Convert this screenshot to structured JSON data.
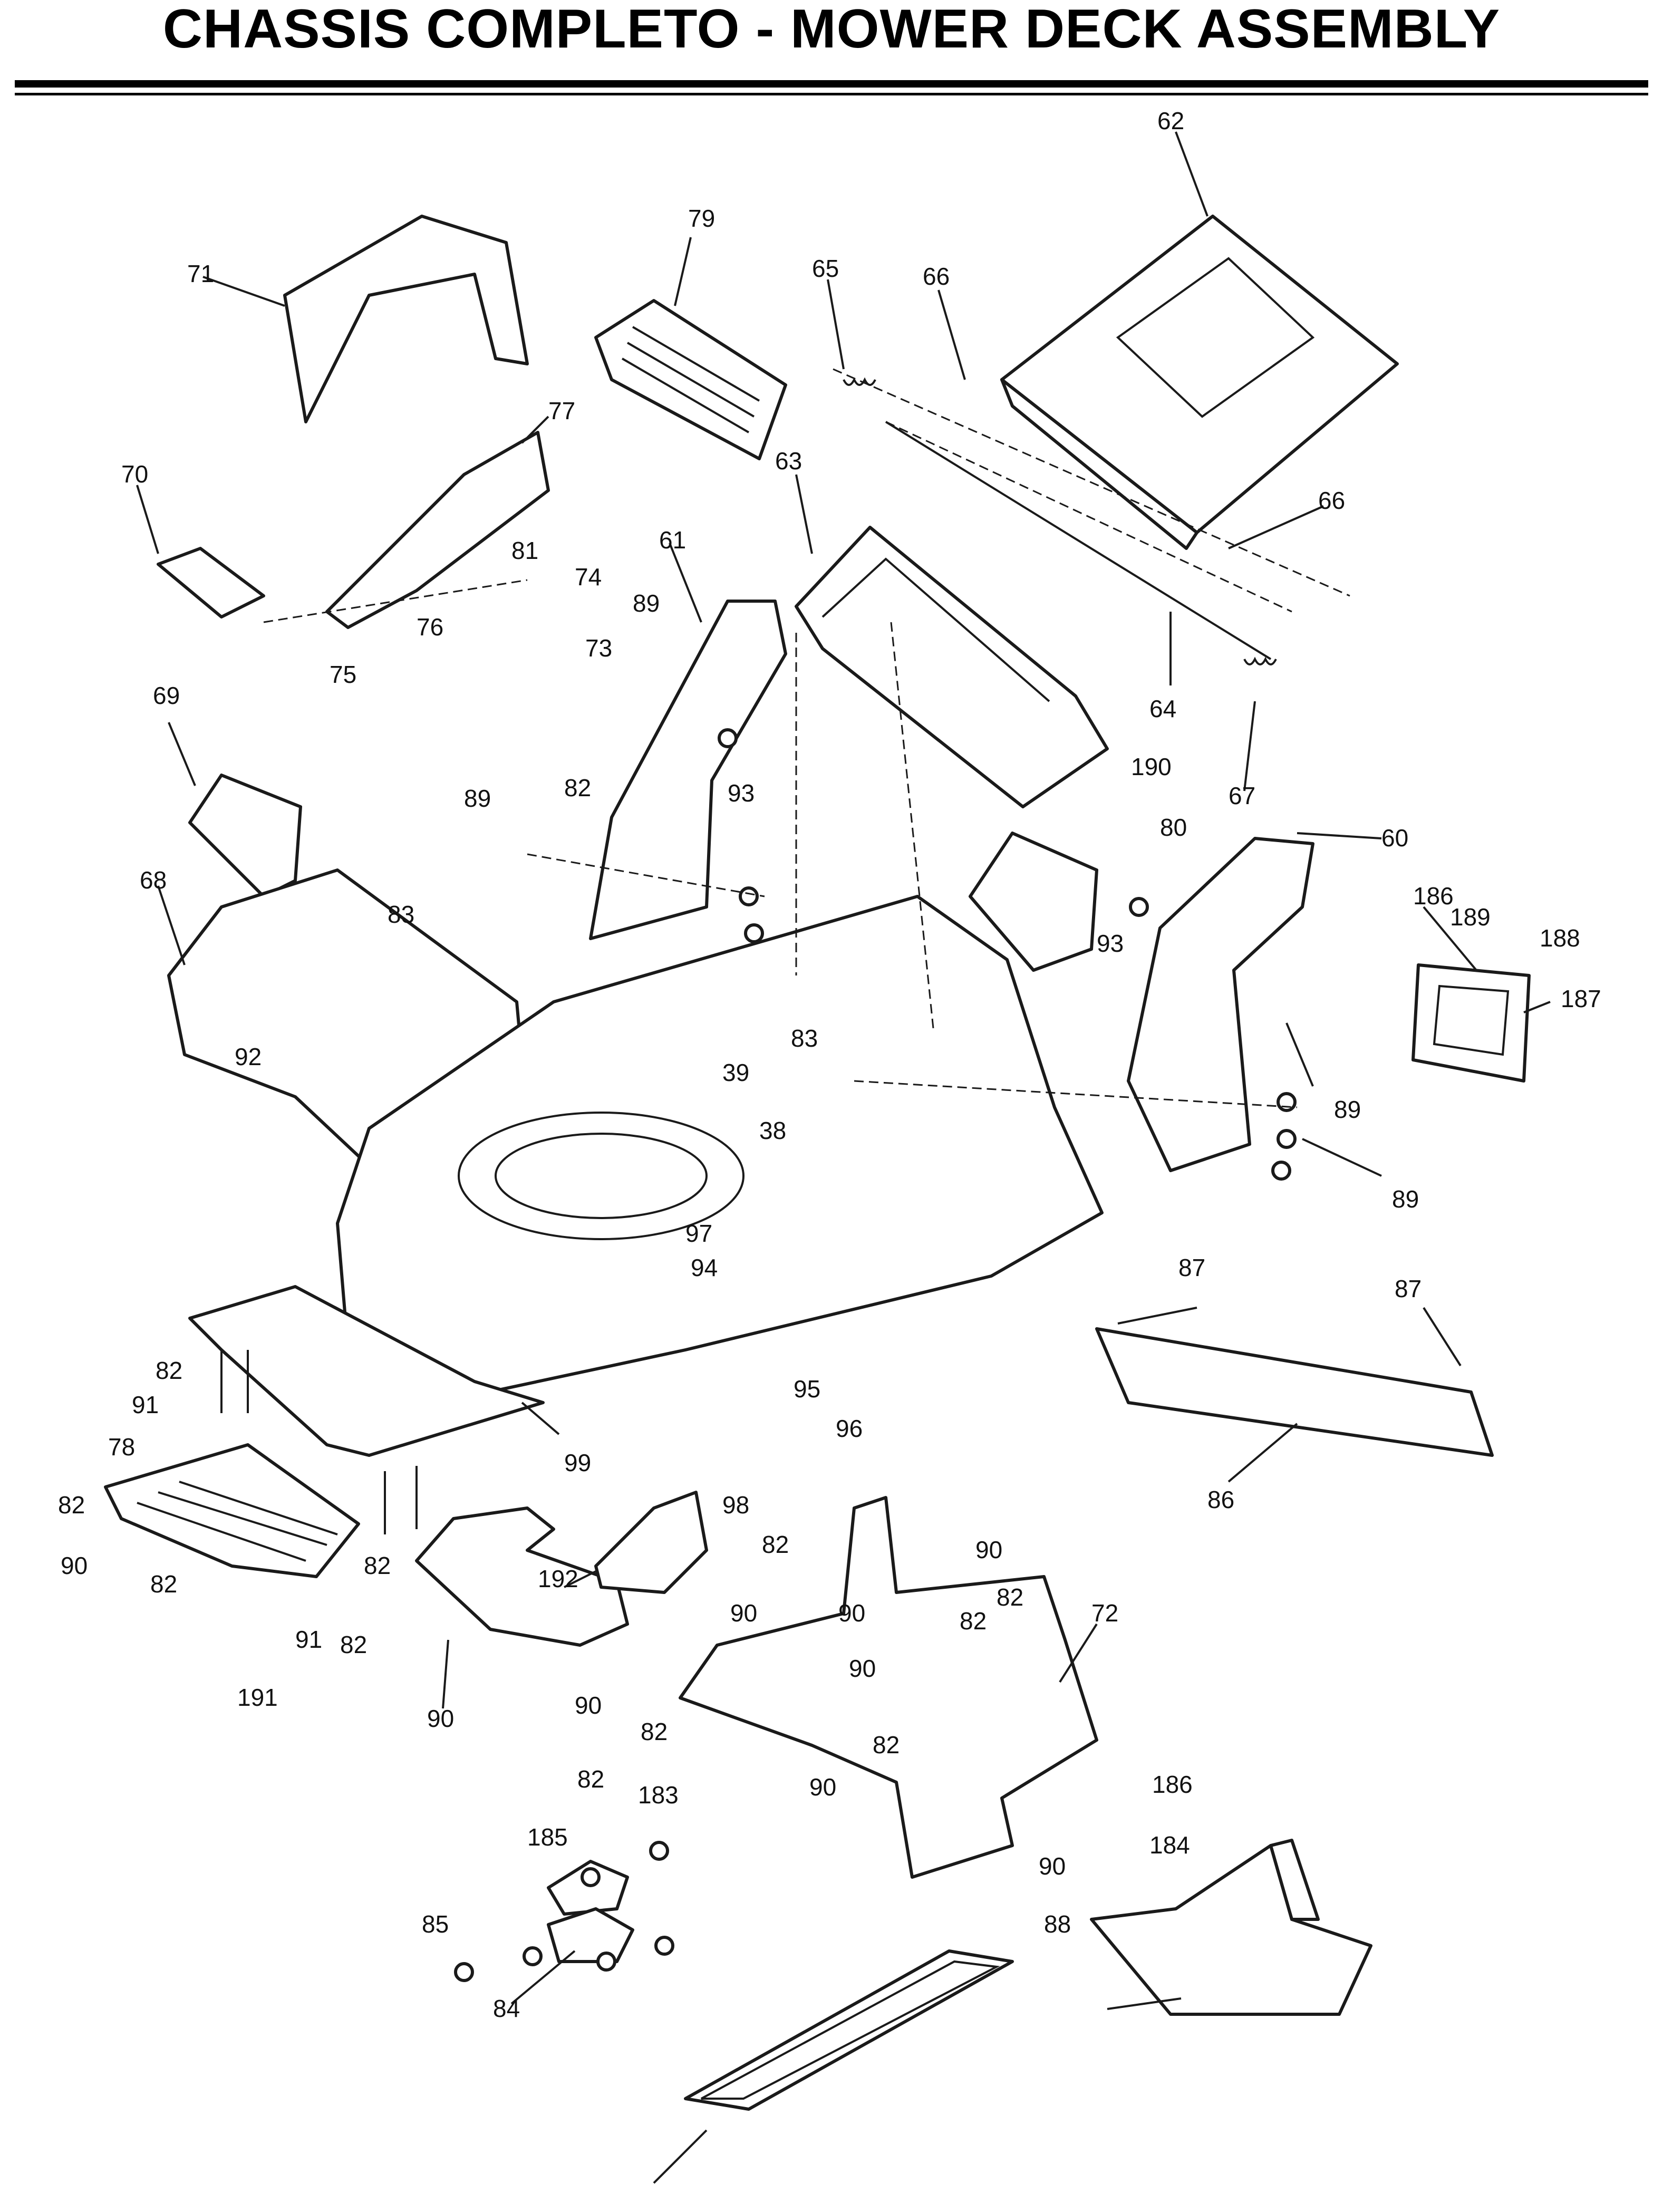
{
  "title": "CHASSIS COMPLETO - MOWER DECK ASSEMBLY",
  "callouts": [
    "62",
    "79",
    "71",
    "65",
    "66",
    "77",
    "70",
    "63",
    "66",
    "81",
    "74",
    "61",
    "89",
    "76",
    "75",
    "73",
    "64",
    "67",
    "69",
    "82",
    "93",
    "190",
    "89",
    "80",
    "60",
    "186",
    "189",
    "188",
    "68",
    "83",
    "187",
    "93",
    "83",
    "92",
    "39",
    "89",
    "38",
    "89",
    "97",
    "94",
    "87",
    "87",
    "82",
    "91",
    "95",
    "96",
    "78",
    "99",
    "82",
    "98",
    "86",
    "90",
    "82",
    "90",
    "82",
    "192",
    "82",
    "90",
    "90",
    "82",
    "72",
    "82",
    "91",
    "90",
    "82",
    "90",
    "82",
    "191",
    "90",
    "82",
    "90",
    "186",
    "184",
    "82",
    "183",
    "90",
    "185",
    "88",
    "85",
    "84"
  ],
  "colors": {
    "line": "#1a1a1a",
    "background": "#ffffff"
  }
}
